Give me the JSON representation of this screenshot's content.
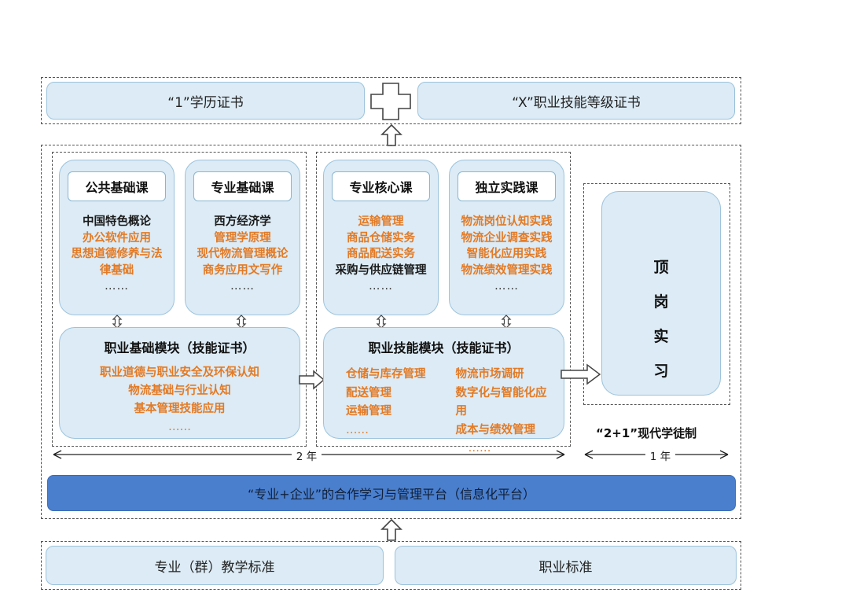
{
  "top_row": {
    "left_cert": "“1”学历证书",
    "right_cert": "“X”职业技能等级证书"
  },
  "cards": [
    {
      "title": "公共基础课",
      "items": [
        {
          "text": "中国特色概论",
          "color": "dark"
        },
        {
          "text": "办公软件应用",
          "color": "orange"
        },
        {
          "text": "思想道德修养与法",
          "color": "orange"
        },
        {
          "text": "律基础",
          "color": "orange"
        },
        {
          "text": "……",
          "color": "dots"
        }
      ]
    },
    {
      "title": "专业基础课",
      "items": [
        {
          "text": "西方经济学",
          "color": "dark"
        },
        {
          "text": "管理学原理",
          "color": "orange"
        },
        {
          "text": "现代物流管理概论",
          "color": "orange"
        },
        {
          "text": "商务应用文写作",
          "color": "orange"
        },
        {
          "text": "……",
          "color": "dots"
        }
      ]
    },
    {
      "title": "专业核心课",
      "items": [
        {
          "text": "运输管理",
          "color": "orange"
        },
        {
          "text": "商品仓储实务",
          "color": "orange"
        },
        {
          "text": "商品配送实务",
          "color": "orange"
        },
        {
          "text": "采购与供应链管理",
          "color": "dark"
        },
        {
          "text": "……",
          "color": "dots"
        }
      ]
    },
    {
      "title": "独立实践课",
      "items": [
        {
          "text": "物流岗位认知实践",
          "color": "orange"
        },
        {
          "text": "物流企业调查实践",
          "color": "orange"
        },
        {
          "text": "智能化应用实践",
          "color": "orange"
        },
        {
          "text": "物流绩效管理实践",
          "color": "orange"
        },
        {
          "text": "……",
          "color": "dots"
        }
      ]
    }
  ],
  "module_basic": {
    "title": "职业基础模块（技能证书）",
    "items": [
      "职业道德与职业安全及环保认知",
      "物流基础与行业认知",
      "基本管理技能应用",
      "……"
    ]
  },
  "module_skill": {
    "title": "职业技能模块（技能证书）",
    "left": [
      "仓储与库存管理",
      "配送管理",
      "运输管理",
      "……"
    ],
    "right": [
      "物流市场调研",
      "数字化与智能化应用",
      "成本与绩效管理",
      "……"
    ]
  },
  "internship": {
    "chars": [
      "顶",
      "岗",
      "实",
      "习"
    ]
  },
  "apprentice_label": "“2+1”现代学徒制",
  "span_2y": "2 年",
  "span_1y": "1 年",
  "platform": "“专业+企业”的合作学习与管理平台（信息化平台）",
  "bottom_row": {
    "left": "专业（群）教学标准",
    "right": "职业标准"
  },
  "colors": {
    "box_fill": "#dcebf5",
    "box_border": "#9cc3dc",
    "orange_text": "#e37a25",
    "platform_blue": "#4a7fce"
  }
}
